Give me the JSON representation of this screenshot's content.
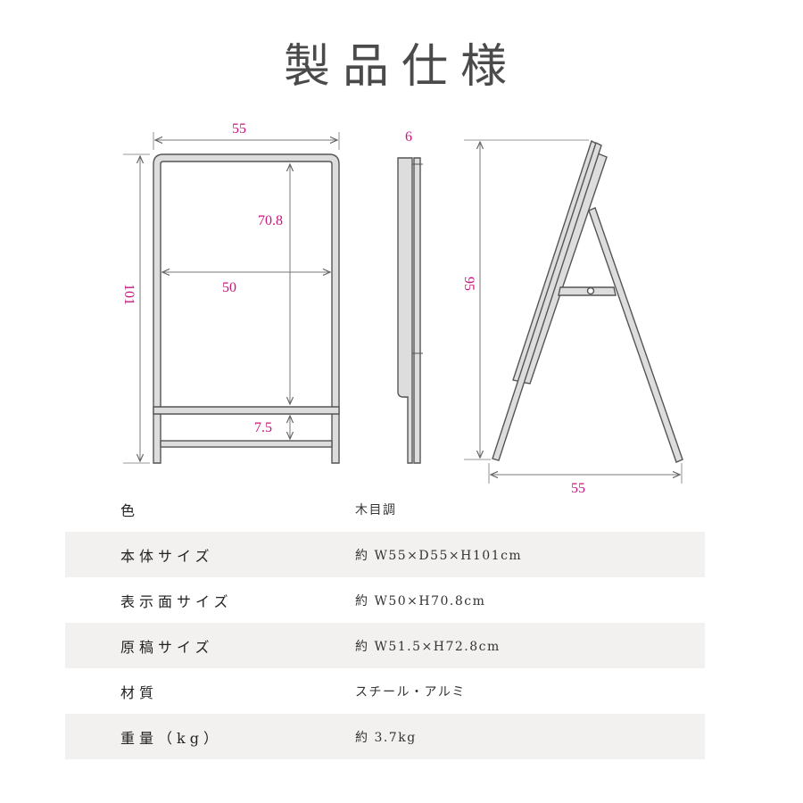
{
  "title": "製品仕様",
  "dimensions": {
    "front_width": "55",
    "front_height": "101",
    "display_height": "70.8",
    "display_width": "50",
    "bottom_gap": "7.5",
    "side_depth": "6",
    "stand_height": "95",
    "stand_depth": "55"
  },
  "spec_rows": [
    {
      "label": "色",
      "value": "木目調"
    },
    {
      "label": "本体サイズ",
      "value": "約 W55×D55×H101cm"
    },
    {
      "label": "表示面サイズ",
      "value": "約 W50×H70.8cm"
    },
    {
      "label": "原稿サイズ",
      "value": "約 W51.5×H72.8cm"
    },
    {
      "label": "材質",
      "value": "スチール・アルミ"
    },
    {
      "label": "重量（kg）",
      "value": "約 3.7kg"
    }
  ],
  "colors": {
    "dimension_text": "#c8157c",
    "frame_stroke": "#555555",
    "row_alt_bg": "#f3f1ef"
  }
}
